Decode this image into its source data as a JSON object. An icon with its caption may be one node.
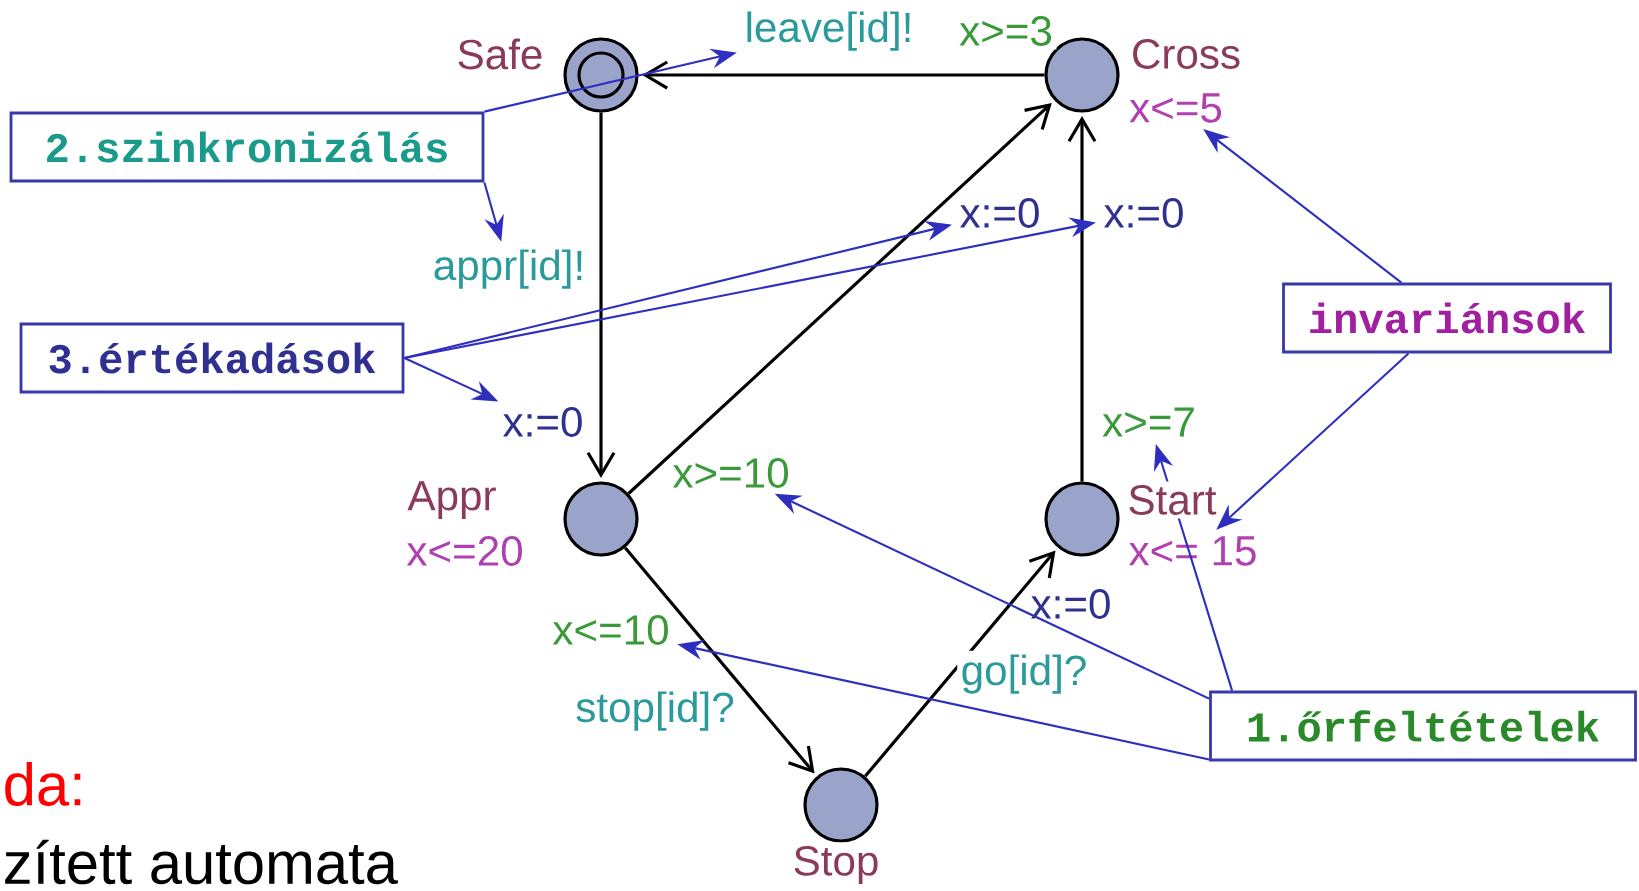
{
  "diagram": {
    "nodes": [
      {
        "text": [],
        "shape": "circle",
        "beside": [
          "Safe"
        ]
      },
      {
        "text": [],
        "shape": "circle",
        "beside": [
          "Cross"
        ]
      },
      {
        "text": [],
        "shape": "circle",
        "beside": [
          "Appr",
          "x<=20"
        ]
      },
      {
        "text": [],
        "shape": "circle",
        "beside": [
          "Start"
        ]
      },
      {
        "text": [],
        "shape": "circle",
        "beside": [
          "Stop"
        ]
      },
      {
        "text": [
          "2.szinkronizálás"
        ]
      },
      {
        "text": [
          "3.értékadások"
        ]
      },
      {
        "text": [
          "invariánsok"
        ]
      },
      {
        "text": [
          "1.őrfeltételek"
        ]
      },
      {
        "text": [
          "leave[id]!"
        ]
      },
      {
        "text": [
          "appr[id]!"
        ]
      },
      {
        "text": [
          "x:=0"
        ]
      },
      {
        "text": [
          "x:=0"
        ]
      },
      {
        "text": [
          "x:=0"
        ]
      },
      {
        "text": [
          "x<=5"
        ]
      },
      {
        "text": [
          "x<= 15"
        ]
      },
      {
        "text": [
          "x>=7"
        ]
      },
      {
        "text": [
          "x>=10"
        ]
      },
      {
        "text": [
          "x<=10"
        ]
      }
    ],
    "edges": [
      {
        "from": 1,
        "to": 0,
        "arrow": "to",
        "label": "x>=3",
        "color": "#000000"
      },
      {
        "from": 0,
        "to": 2,
        "arrow": "to",
        "color": "#000000"
      },
      {
        "from": 2,
        "to": 1,
        "arrow": "to",
        "color": "#000000"
      },
      {
        "from": 2,
        "to": 4,
        "arrow": "to",
        "label": "stop[id]?",
        "color": "#000000"
      },
      {
        "from": 4,
        "to": 3,
        "arrow": "to",
        "label": "go[id]?",
        "color": "#000000"
      },
      {
        "from": 3,
        "to": 1,
        "arrow": "to",
        "color": "#000000"
      },
      {
        "from": 5,
        "to": 9,
        "arrow": "to",
        "color": "#2e2ebf"
      },
      {
        "from": 5,
        "to": 10,
        "arrow": "to",
        "color": "#2e2ebf"
      },
      {
        "from": 6,
        "to": 11,
        "arrow": "to",
        "color": "#2e2ebf"
      },
      {
        "from": 6,
        "to": 12,
        "arrow": "to",
        "color": "#2e2ebf"
      },
      {
        "from": 6,
        "to": 13,
        "arrow": "to",
        "color": "#2e2ebf"
      },
      {
        "from": 7,
        "to": 14,
        "arrow": "to",
        "color": "#2e2ebf"
      },
      {
        "from": 7,
        "to": 15,
        "arrow": "to",
        "color": "#2e2ebf"
      },
      {
        "from": 8,
        "to": 16,
        "arrow": "to",
        "color": "#2e2ebf"
      },
      {
        "from": 8,
        "to": 17,
        "arrow": "to",
        "color": "#2e2ebf"
      },
      {
        "from": 8,
        "to": 18,
        "arrow": "to",
        "color": "#2e2ebf"
      }
    ],
    "labels": [
      "x:=0",
      "da:",
      "zített automata"
    ]
  }
}
